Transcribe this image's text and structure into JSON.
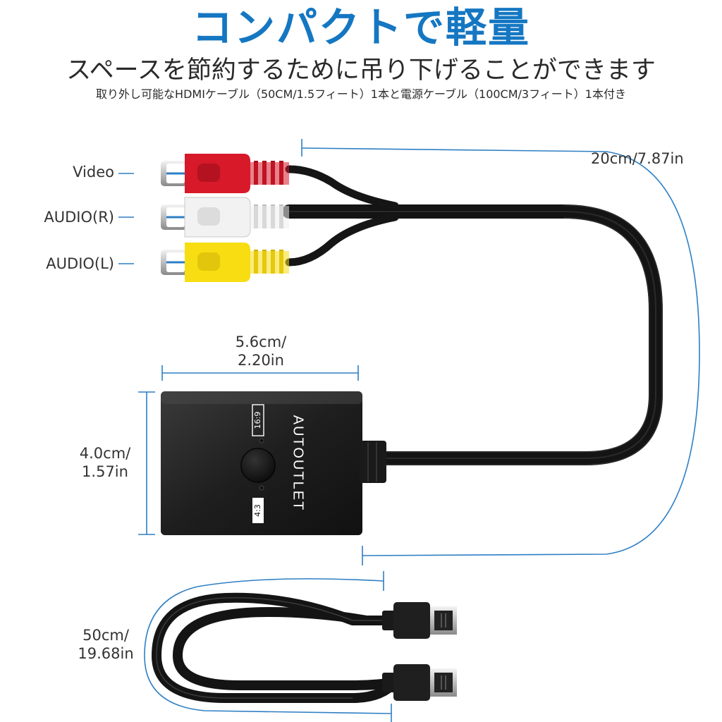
{
  "header": {
    "headline": "コンパクトで軽量",
    "subline": "スペースを節約するために吊り下げることができます",
    "caption": "取り外し可能なHDMIケーブル（50CM/1.5フィート）1本と電源ケーブル（100CM/3フィート）1本付き"
  },
  "labels": {
    "video": "Video",
    "audio_r": "AUDIO(R)",
    "audio_l": "AUDIO(L)",
    "cable_length": "20cm/7.87in",
    "width_line1": "5.6cm/",
    "width_line2": "2.20in",
    "height_line1": "4.0cm/",
    "height_line2": "1.57in",
    "hdmi_line1": "50cm/",
    "hdmi_line2": "19.68in"
  },
  "device": {
    "brand": "AUTOUTLET",
    "mode_top": "16:9",
    "mode_bottom": "4:3"
  },
  "colors": {
    "accent": "#1577c2",
    "dimension": "#2e7fc4",
    "rca_red": "#d7192a",
    "rca_white": "#f2f2f2",
    "rca_yellow": "#f7dd12",
    "body": "#1e1e1e"
  }
}
